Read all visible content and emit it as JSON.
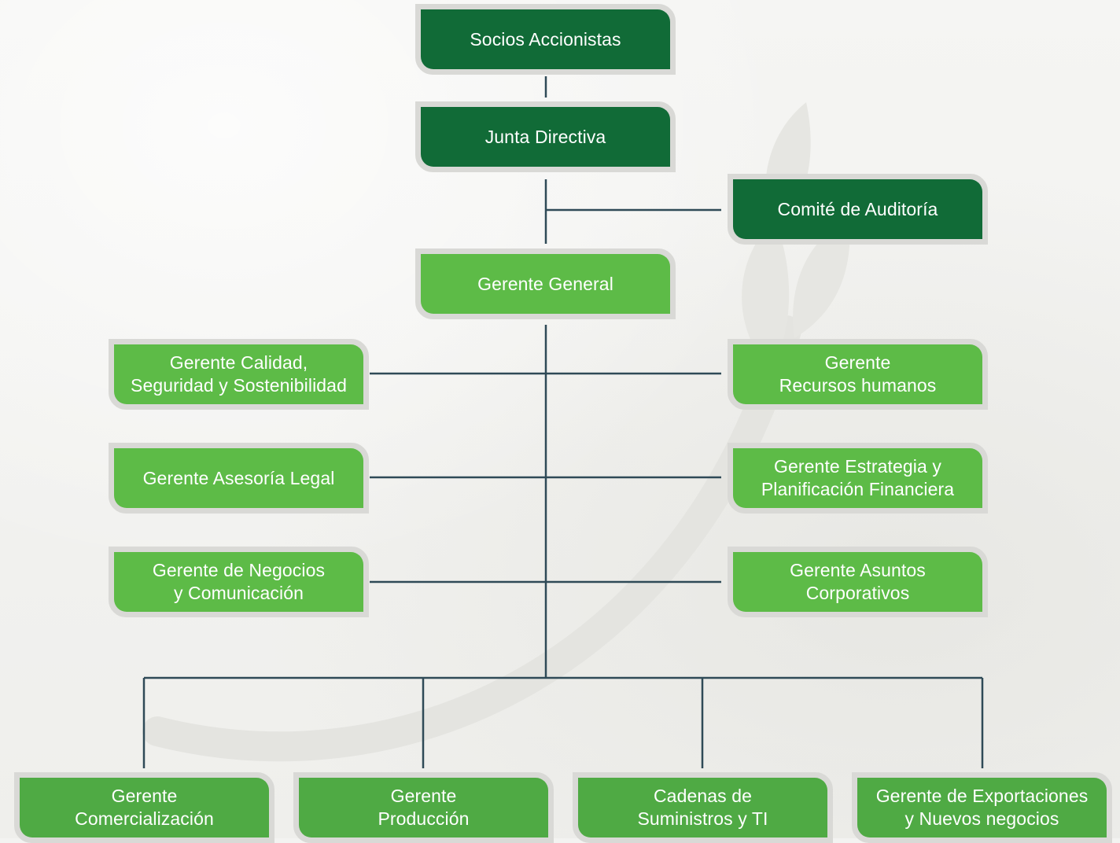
{
  "colors": {
    "dark_green": "#116b37",
    "light_green": "#5dbb47",
    "medium_green": "#4faa44",
    "connector": "#2f4a57",
    "box_border": "#d9d9d6"
  },
  "nodes": {
    "socios": "Socios Accionistas",
    "junta": "Junta Directiva",
    "comite": "Comité de Auditoría",
    "gerente_general": "Gerente General",
    "calidad": "Gerente Calidad,\nSeguridad y Sostenibilidad",
    "rrhh": "Gerente\nRecursos humanos",
    "legal": "Gerente Asesoría Legal",
    "estrategia": "Gerente Estrategia y\nPlanificación Financiera",
    "negocios": "Gerente de Negocios\ny Comunicación",
    "asuntos": "Gerente Asuntos\nCorporativos",
    "comercializacion": "Gerente\nComercialización",
    "produccion": "Gerente\nProducción",
    "cadenas": "Cadenas de\nSuministros y TI",
    "exportaciones": "Gerente de Exportaciones\ny Nuevos negocios"
  }
}
